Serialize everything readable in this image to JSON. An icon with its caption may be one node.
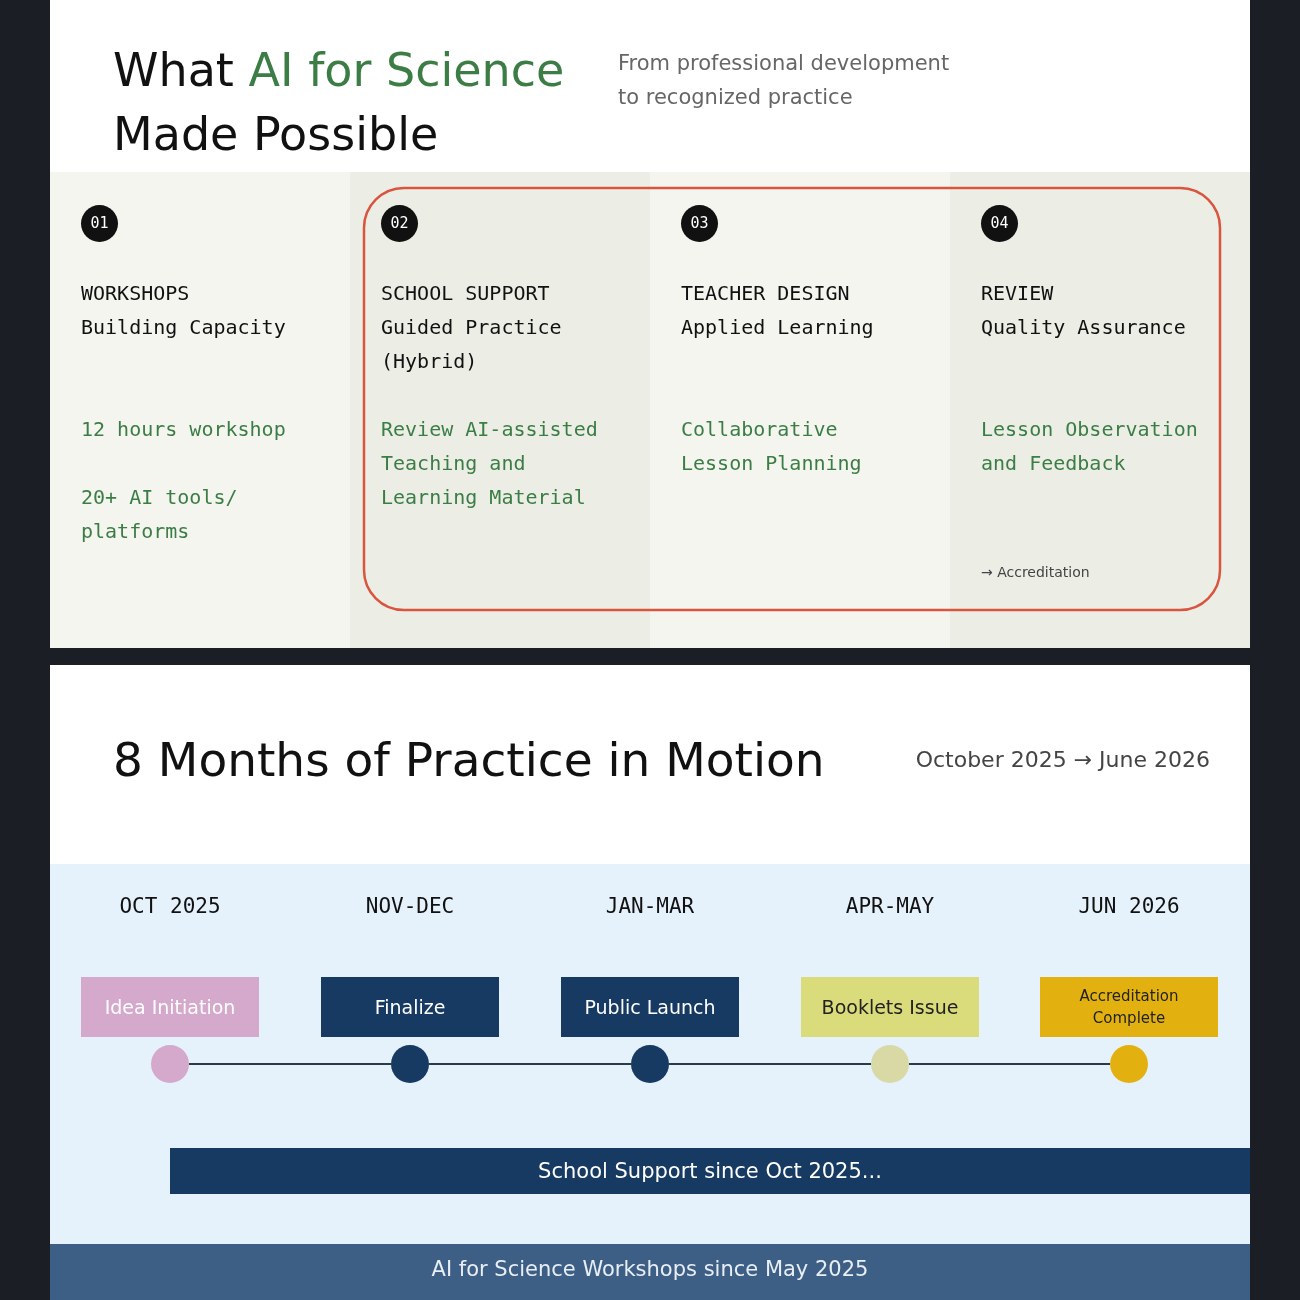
{
  "diagram": {
    "nodes": [
      {
        "text": [
          "01",
          "WORKSHOPS",
          "Building Capacity",
          "12 hours workshop",
          "20+ AI tools/ platforms"
        ]
      },
      {
        "text": [
          "02",
          "SCHOOL SUPPORT",
          "Guided Practice (Hybrid)",
          "Review AI-assisted Teaching and Learning Material"
        ]
      },
      {
        "text": [
          "03",
          "TEACHER DESIGN",
          "Applied Learning",
          "Collaborative Lesson Planning"
        ]
      },
      {
        "text": [
          "04",
          "REVIEW",
          "Quality Assurance",
          "Lesson Observation and Feedback",
          "→ Accreditation"
        ]
      },
      {
        "text": [
          "Idea Initiation"
        ]
      },
      {
        "text": [
          "Finalize"
        ]
      },
      {
        "text": [
          "Public Launch"
        ]
      },
      {
        "text": [
          "Booklets Issue"
        ]
      },
      {
        "text": [
          "Accreditation Complete"
        ]
      },
      {
        "text": [],
        "shape": "circle"
      },
      {
        "text": [],
        "shape": "circle"
      },
      {
        "text": [],
        "shape": "circle"
      },
      {
        "text": [],
        "shape": "circle"
      },
      {
        "text": [],
        "shape": "circle"
      },
      {
        "text": [
          "School Support since Oct 2025..."
        ]
      },
      {
        "text": [
          "AI for Science Workshops since May 2025"
        ]
      }
    ],
    "edges": [
      {
        "from": 9,
        "to": 10,
        "arrow": "none"
      },
      {
        "from": 10,
        "to": 11,
        "arrow": "none"
      },
      {
        "from": 11,
        "to": 12,
        "arrow": "none"
      },
      {
        "from": 12,
        "to": 13,
        "arrow": "none"
      }
    ],
    "labels": [
      "What AI for Science Made Possible",
      "From professional development to recognized practice",
      "8 Months of Practice in Motion",
      "October 2025 → June 2026",
      "OCT 2025",
      "NOV-DEC",
      "JAN-MAR",
      "APR-MAY",
      "JUN 2026"
    ]
  }
}
